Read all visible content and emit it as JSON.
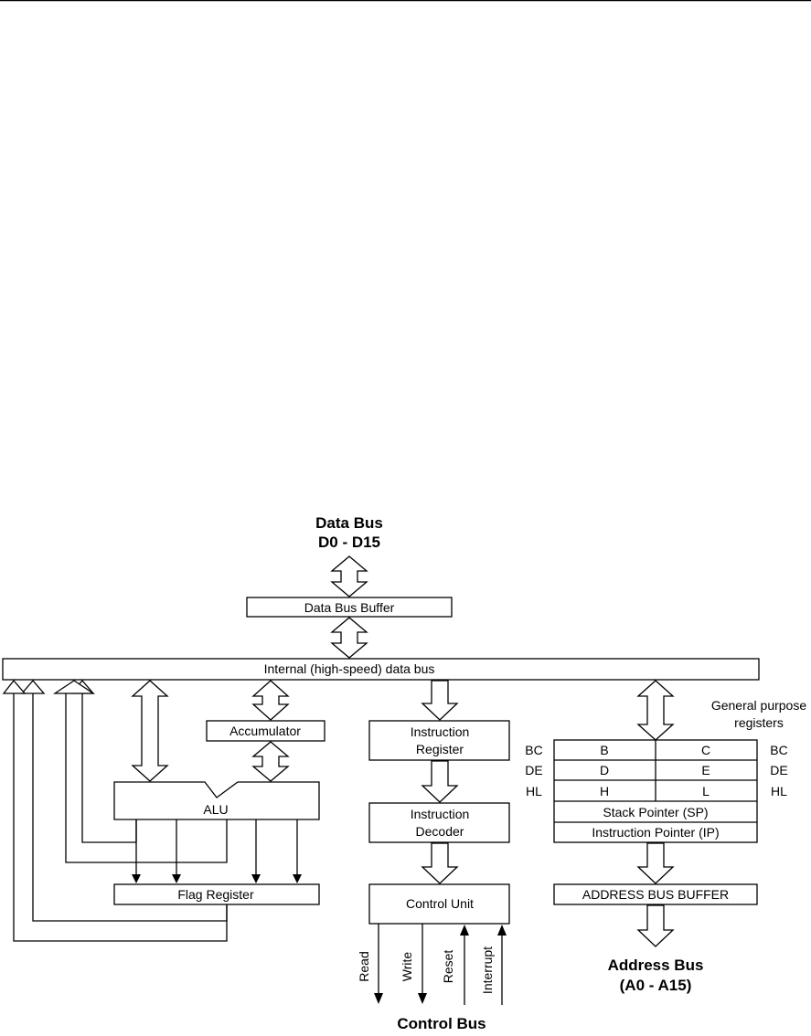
{
  "colors": {
    "stroke": "#000000",
    "background": "#ffffff"
  },
  "data_bus": {
    "title": "Data Bus",
    "range": "D0 - D15"
  },
  "blocks": {
    "data_bus_buffer": "Data Bus Buffer",
    "internal_bus": "Internal (high-speed) data bus",
    "accumulator": "Accumulator",
    "alu": "ALU",
    "flag_register": "Flag Register",
    "instruction_register": {
      "line1": "Instruction",
      "line2": "Register"
    },
    "instruction_decoder": {
      "line1": "Instruction",
      "line2": "Decoder"
    },
    "control_unit": "Control Unit",
    "stack_pointer": "Stack Pointer (SP)",
    "instruction_pointer": "Instruction Pointer (IP)",
    "address_bus_buffer": "ADDRESS BUS BUFFER"
  },
  "general_purpose": {
    "line1": "General purpose",
    "line2": "registers"
  },
  "register_pairs": [
    {
      "pair": "BC",
      "high": "B",
      "low": "C"
    },
    {
      "pair": "DE",
      "high": "D",
      "low": "E"
    },
    {
      "pair": "HL",
      "high": "H",
      "low": "L"
    }
  ],
  "control_signals": [
    {
      "name": "Read",
      "direction": "out"
    },
    {
      "name": "Write",
      "direction": "out"
    },
    {
      "name": "Reset",
      "direction": "in"
    },
    {
      "name": "Interrupt",
      "direction": "in"
    }
  ],
  "control_bus": "Control Bus",
  "address_bus": {
    "title": "Address Bus",
    "range": "(A0 - A15)"
  }
}
